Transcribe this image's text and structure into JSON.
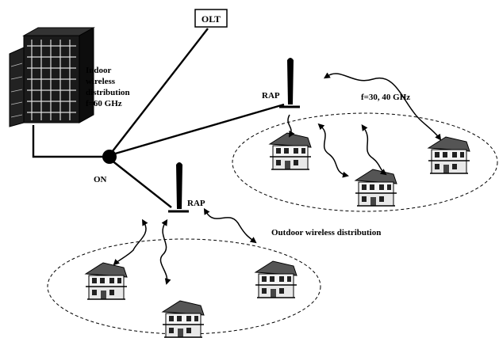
{
  "nodes": {
    "olt": "OLT",
    "on": "ON",
    "rap_1": "RAP",
    "rap_2": "RAP"
  },
  "indoor": {
    "line1": "Indoor",
    "line2": "wireless",
    "line3": "distribution",
    "line4": "f=60 GHz"
  },
  "outdoor": {
    "label": "Outdoor wireless distribution",
    "frequency": "f=30, 40 GHz"
  },
  "colors": {
    "ink": "#000000",
    "background": "#ffffff"
  }
}
